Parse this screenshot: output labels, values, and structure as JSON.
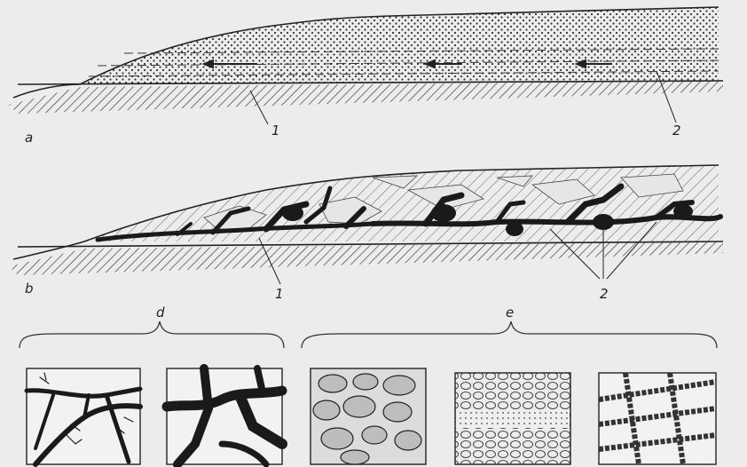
{
  "panel_a": {
    "label": "a",
    "callouts": [
      "1",
      "2"
    ]
  },
  "panel_b": {
    "label": "b",
    "callouts": [
      "1",
      "2"
    ]
  },
  "groups": [
    {
      "label": "d"
    },
    {
      "label": "e"
    }
  ]
}
